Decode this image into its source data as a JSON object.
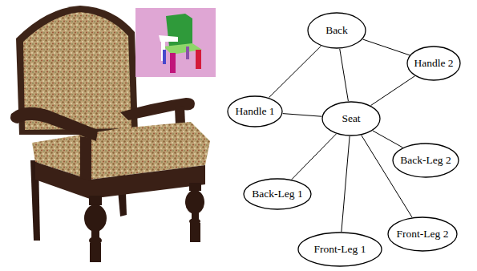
{
  "diagram": {
    "nodes": [
      {
        "text": [
          "Back"
        ]
      },
      {
        "text": [
          "Handle 2"
        ]
      },
      {
        "text": [
          "Handle 1"
        ]
      },
      {
        "text": [
          "Seat"
        ]
      },
      {
        "text": [
          "Back-Leg 2"
        ]
      },
      {
        "text": [
          "Back-Leg 1"
        ]
      },
      {
        "text": [
          "Front-Leg 2"
        ]
      },
      {
        "text": [
          "Front-Leg 1"
        ]
      }
    ],
    "edges": [
      {
        "from": 0,
        "to": 2,
        "arrow": "none"
      },
      {
        "from": 0,
        "to": 3,
        "arrow": "none"
      },
      {
        "from": 0,
        "to": 1,
        "arrow": "none"
      },
      {
        "from": 2,
        "to": 3,
        "arrow": "none"
      },
      {
        "from": 1,
        "to": 3,
        "arrow": "none"
      },
      {
        "from": 3,
        "to": 4,
        "arrow": "none"
      },
      {
        "from": 3,
        "to": 5,
        "arrow": "none"
      },
      {
        "from": 3,
        "to": 6,
        "arrow": "none"
      },
      {
        "from": 3,
        "to": 7,
        "arrow": "none"
      }
    ]
  }
}
